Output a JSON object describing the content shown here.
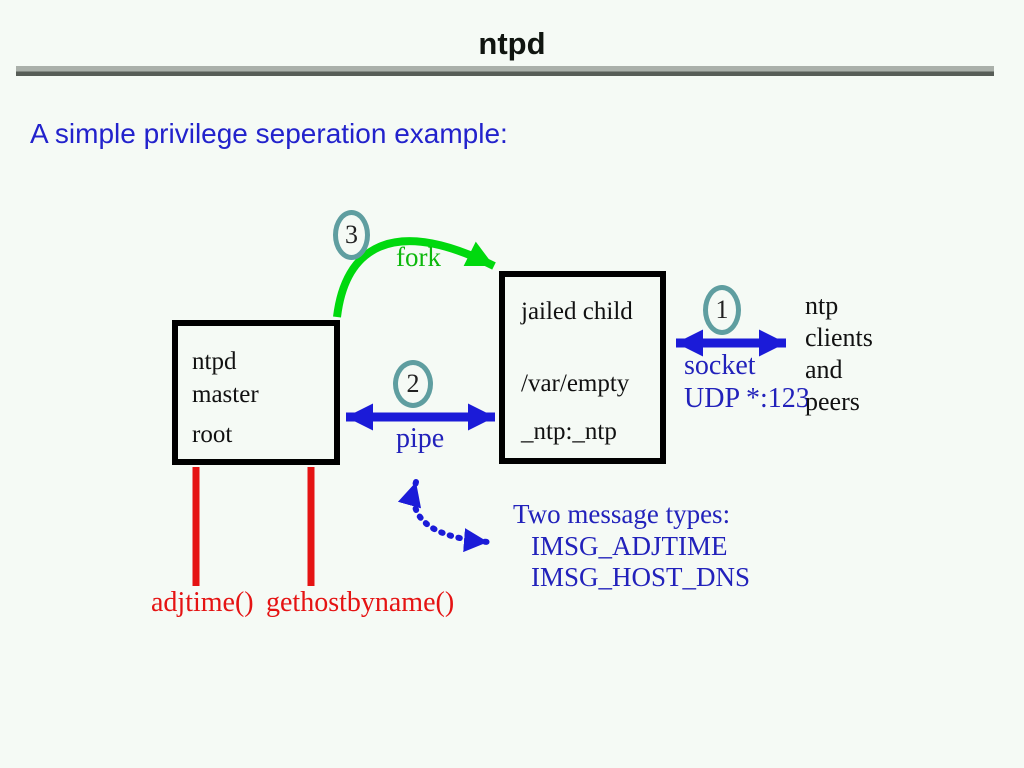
{
  "slide": {
    "title": "ntpd",
    "subtitle": "A simple privilege seperation example:"
  },
  "diagram": {
    "master_box": {
      "lines": [
        "ntpd",
        "master",
        "root"
      ]
    },
    "child_box": {
      "lines": [
        "jailed child",
        "/var/empty",
        "_ntp:_ntp"
      ]
    },
    "badges": {
      "one": "1",
      "two": "2",
      "three": "3"
    },
    "labels": {
      "fork": "fork",
      "pipe": "pipe",
      "socket": "socket",
      "udp": "UDP *:123",
      "clients": "ntp\nclients\nand\npeers",
      "messages_title": "Two message types:",
      "message_1": "IMSG_ADJTIME",
      "message_2": "IMSG_HOST_DNS",
      "adjtime": "adjtime()",
      "gethostbyname": "gethostbyname()"
    },
    "colors": {
      "background": "#f5faf5",
      "arrow_blue": "#1b1bd8",
      "label_blue": "#2222bb",
      "arrow_green": "#00d90e",
      "label_green": "#0cb80c",
      "red": "#e51313",
      "badge_border": "#5f9ea0",
      "box_border": "#000000",
      "rule_light": "#aab0aa",
      "rule_dark": "#575d57"
    }
  }
}
